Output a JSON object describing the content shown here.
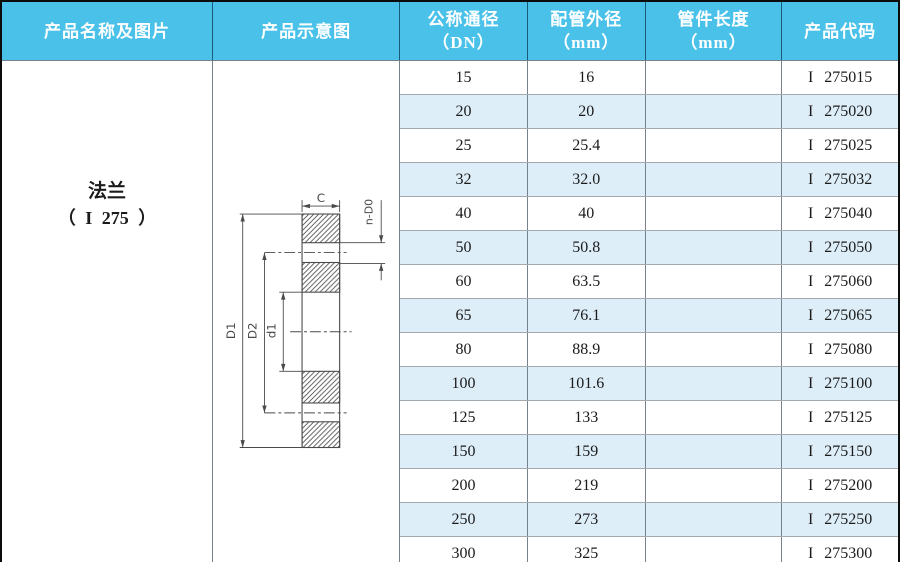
{
  "header": {
    "col_product": "产品名称及图片",
    "col_schematic": "产品示意图",
    "col_dn_line1": "公称通径",
    "col_dn_line2": "（DN）",
    "col_od_line1": "配管外径",
    "col_od_line2": "（mm）",
    "col_len_line1": "管件长度",
    "col_len_line2": "（mm）",
    "col_code": "产品代码"
  },
  "product": {
    "name": "法兰",
    "series": "（ I 275 ）"
  },
  "diagram_labels": {
    "width": "C",
    "bolt_holes": "n-D0",
    "outer_diameter": "D1",
    "bolt_circle": "D2",
    "bore": "d1"
  },
  "rows": [
    {
      "dn": "15",
      "od": "16",
      "len": "",
      "code": "I 275015"
    },
    {
      "dn": "20",
      "od": "20",
      "len": "",
      "code": "I 275020"
    },
    {
      "dn": "25",
      "od": "25.4",
      "len": "",
      "code": "I 275025"
    },
    {
      "dn": "32",
      "od": "32.0",
      "len": "",
      "code": "I 275032"
    },
    {
      "dn": "40",
      "od": "40",
      "len": "",
      "code": "I 275040"
    },
    {
      "dn": "50",
      "od": "50.8",
      "len": "",
      "code": "I 275050"
    },
    {
      "dn": "60",
      "od": "63.5",
      "len": "",
      "code": "I 275060"
    },
    {
      "dn": "65",
      "od": "76.1",
      "len": "",
      "code": "I 275065"
    },
    {
      "dn": "80",
      "od": "88.9",
      "len": "",
      "code": "I 275080"
    },
    {
      "dn": "100",
      "od": "101.6",
      "len": "",
      "code": "I 275100"
    },
    {
      "dn": "125",
      "od": "133",
      "len": "",
      "code": "I 275125"
    },
    {
      "dn": "150",
      "od": "159",
      "len": "",
      "code": "I 275150"
    },
    {
      "dn": "200",
      "od": "219",
      "len": "",
      "code": "I 275200"
    },
    {
      "dn": "250",
      "od": "273",
      "len": "",
      "code": "I 275250"
    },
    {
      "dn": "300",
      "od": "325",
      "len": "",
      "code": "I 275300"
    }
  ],
  "colors": {
    "header_bg": "#49c1e9",
    "header_text": "#ffffff",
    "stripe_bg": "#ddeef9",
    "outer_border": "#0c0c0c"
  }
}
